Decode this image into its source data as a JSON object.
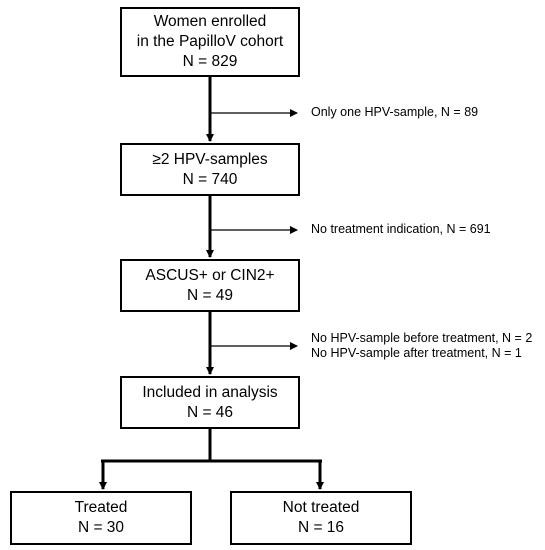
{
  "boxes": {
    "enrolled": {
      "line1": "Women enrolled",
      "line2": "in the PapilloV cohort",
      "count": "N = 829"
    },
    "samples": {
      "line1": "≥2 HPV-samples",
      "count": "N = 740"
    },
    "ascus": {
      "line1": "ASCUS+ or CIN2+",
      "count": "N = 49"
    },
    "included": {
      "line1": "Included in analysis",
      "count": "N = 46"
    },
    "treated": {
      "line1": "Treated",
      "count": "N = 30"
    },
    "not_treated": {
      "line1": "Not treated",
      "count": "N = 16"
    }
  },
  "exclusions": {
    "one_sample": "Only one HPV-sample, N = 89",
    "no_indication": "No treatment indication, N = 691",
    "before_treatment": "No HPV-sample before treatment, N = 2",
    "after_treatment": "No HPV-sample after treatment, N = 1"
  }
}
